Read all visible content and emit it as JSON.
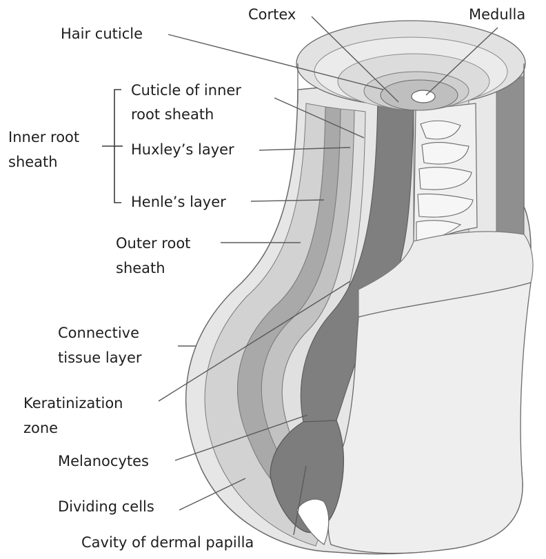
{
  "labels": {
    "cortex": "Cortex",
    "medulla": "Medulla",
    "hair_cuticle": "Hair cuticle",
    "cuticle_inner_root_sheath_line1": "Cuticle of inner",
    "cuticle_inner_root_sheath_line2": "root sheath",
    "inner_root_sheath_line1": "Inner root",
    "inner_root_sheath_line2": "sheath",
    "huxleys_layer": "Huxley’s layer",
    "henles_layer": "Henle’s layer",
    "outer_root_sheath_line1": "Outer root",
    "outer_root_sheath_line2": "sheath",
    "connective_tissue_layer_line1": "Connective",
    "connective_tissue_layer_line2": "tissue layer",
    "keratinization_zone_line1": "Keratinization",
    "keratinization_zone_line2": "zone",
    "melanocytes": "Melanocytes",
    "dividing_cells": "Dividing cells",
    "cavity_of_dermal_papilla": "Cavity of dermal papilla"
  },
  "colors": {
    "tissue_light": "#e4e4e4",
    "tissue_mid": "#c9c9c9",
    "band_dark": "#8f8f8f",
    "band_darker": "#7a7a7a",
    "papilla": "#7d7d7d",
    "outline": "#6a6a6a",
    "text": "#1e1e1e"
  }
}
